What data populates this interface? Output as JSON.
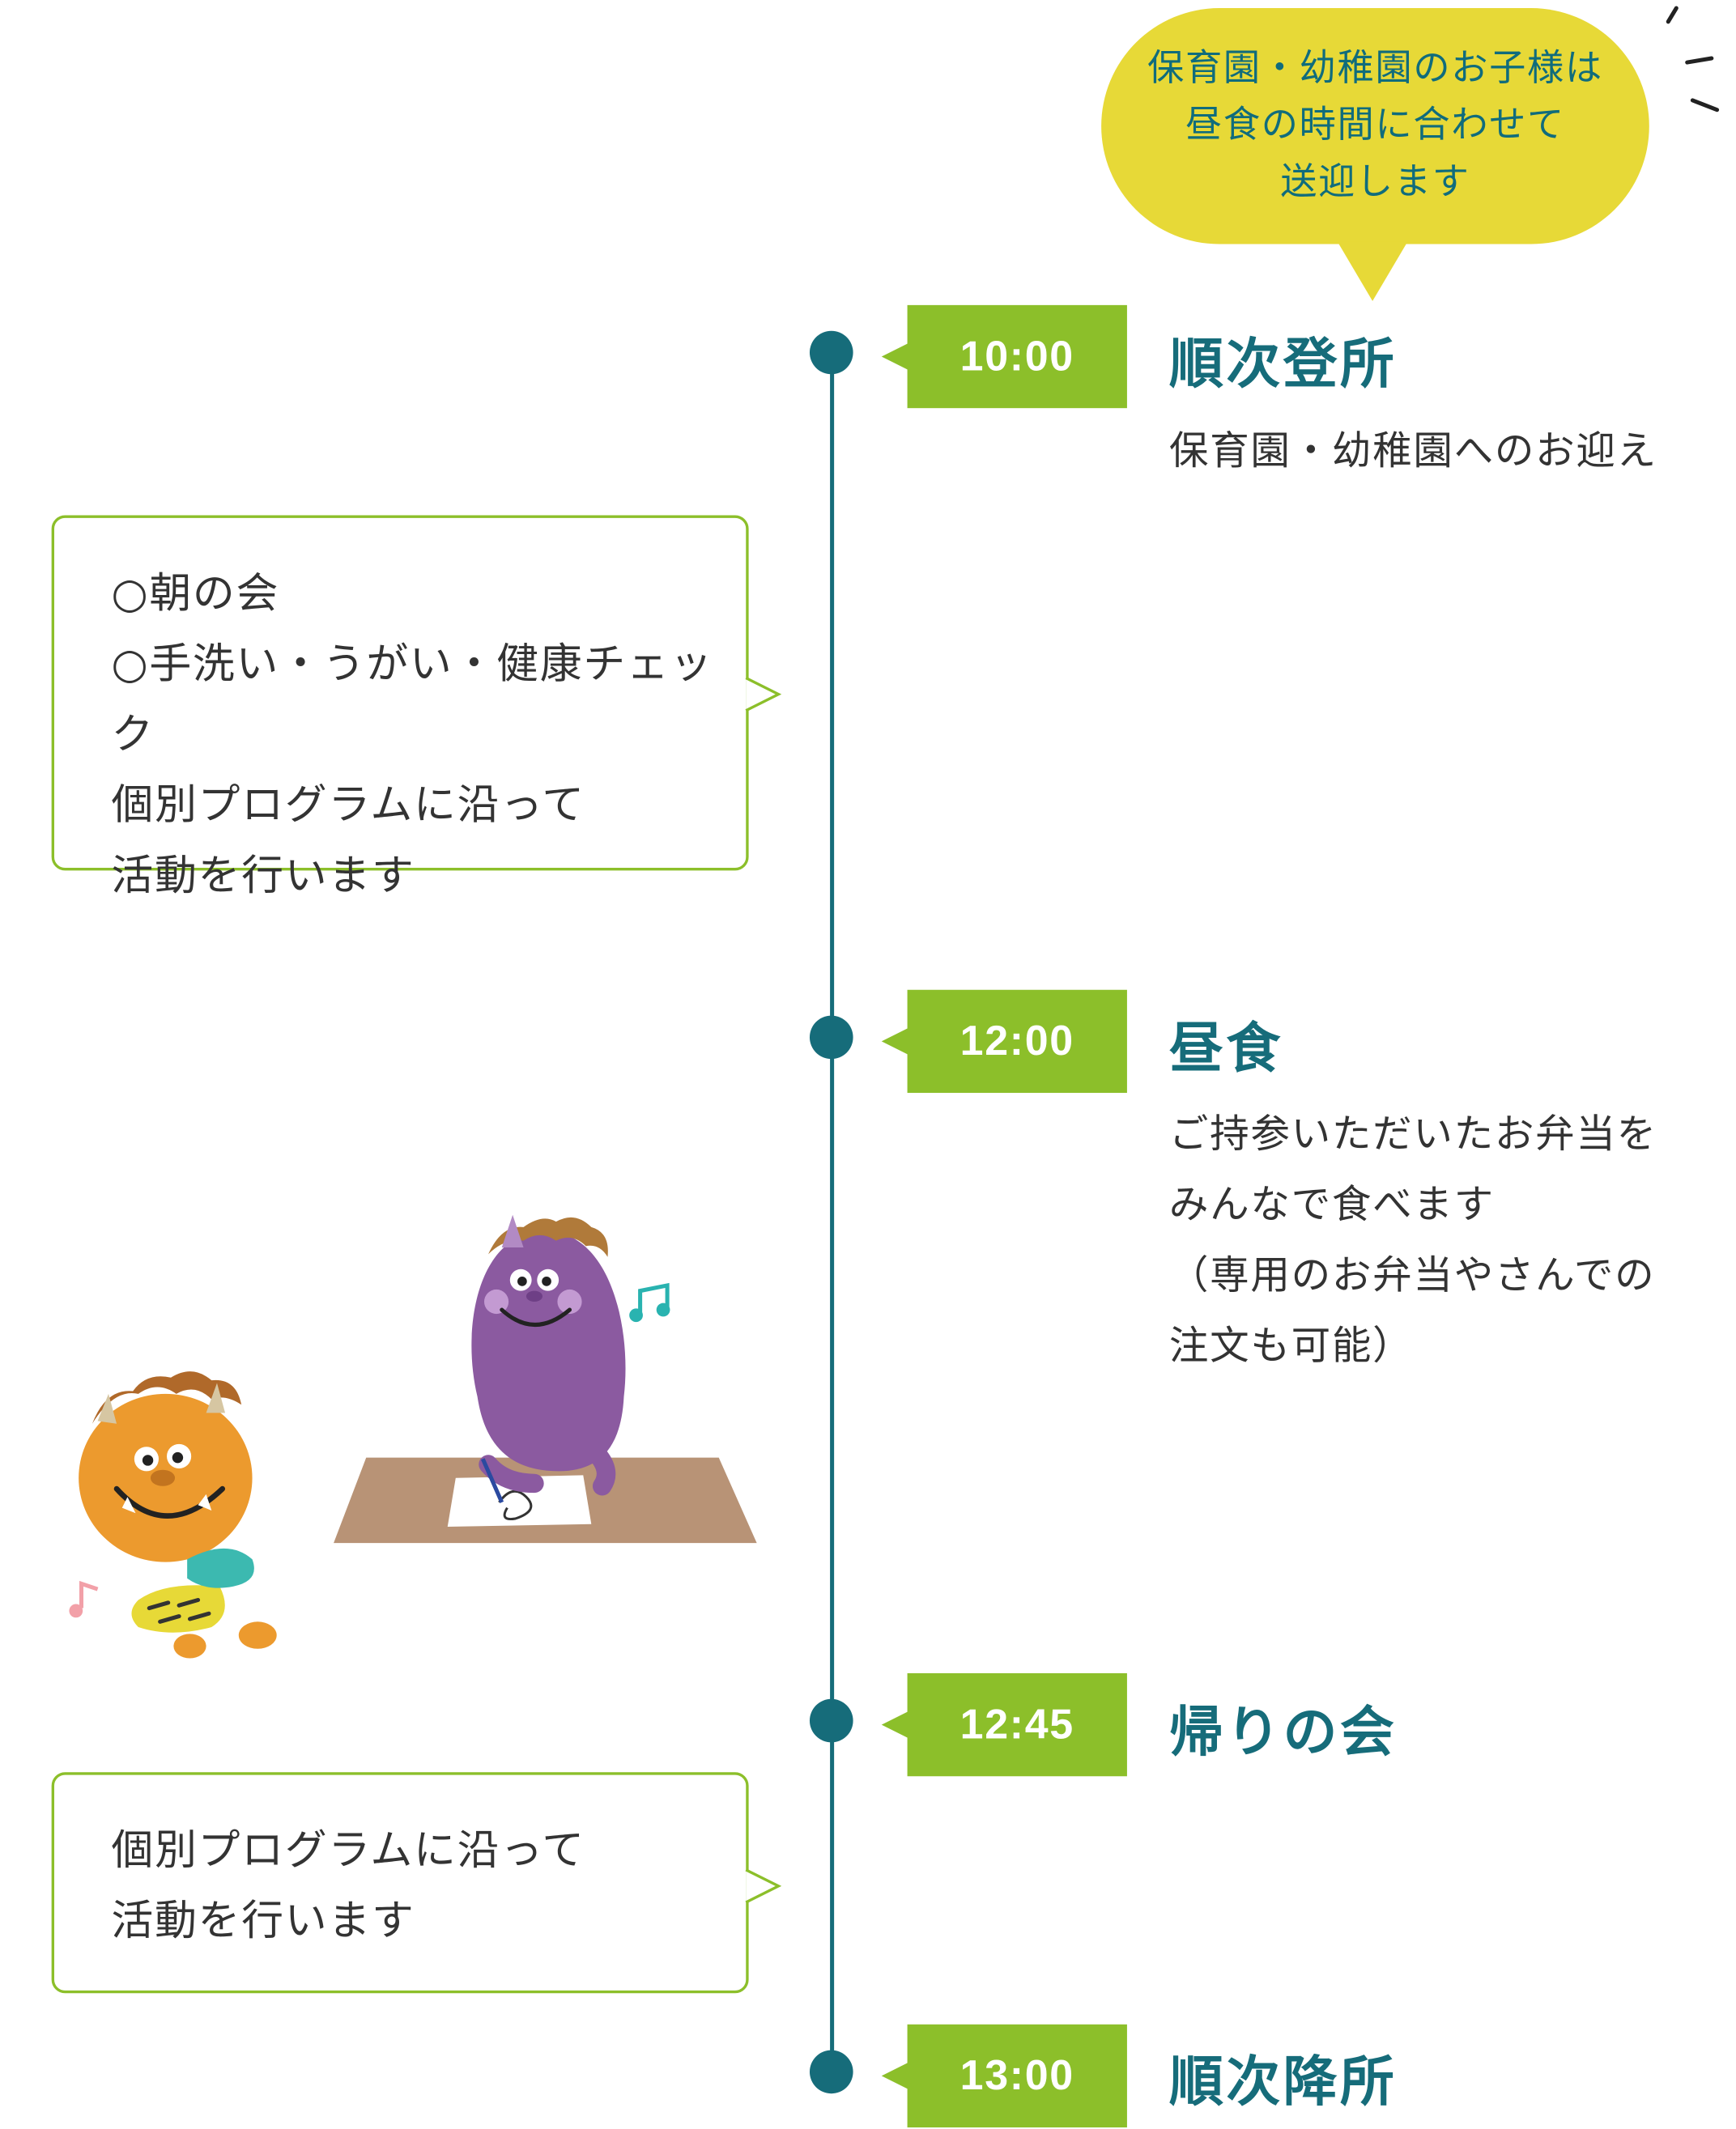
{
  "intro_bubble": {
    "text": "保育園・幼稚園のお子様は\n昼食の時間に合わせて\n送迎します"
  },
  "timeline": [
    {
      "time": "10:00",
      "title": "順次登所",
      "description": "保育園・幼稚園へのお迎え"
    },
    {
      "time": "12:00",
      "title": "昼食",
      "description": "ご持参いただいたお弁当を\nみんなで食べます\n（専用のお弁当やさんでの\n注文も可能）"
    },
    {
      "time": "12:45",
      "title": "帰りの会",
      "description": ""
    },
    {
      "time": "13:00",
      "title": "順次降所",
      "description": ""
    }
  ],
  "notes": [
    {
      "text": "○朝の会\n○手洗い・うがい・健康チェック\n個別プログラムに沿って\n活動を行います"
    },
    {
      "text": "個別プログラムに沿って\n活動を行います"
    }
  ],
  "colors": {
    "teal": "#166c7a",
    "green": "#8cbf2a",
    "yellow": "#e7d937",
    "text": "#333333"
  },
  "illustration": {
    "orange_character": "orange-oni-character",
    "purple_character": "purple-oni-character",
    "music_note_icons": "music-note-icon"
  }
}
